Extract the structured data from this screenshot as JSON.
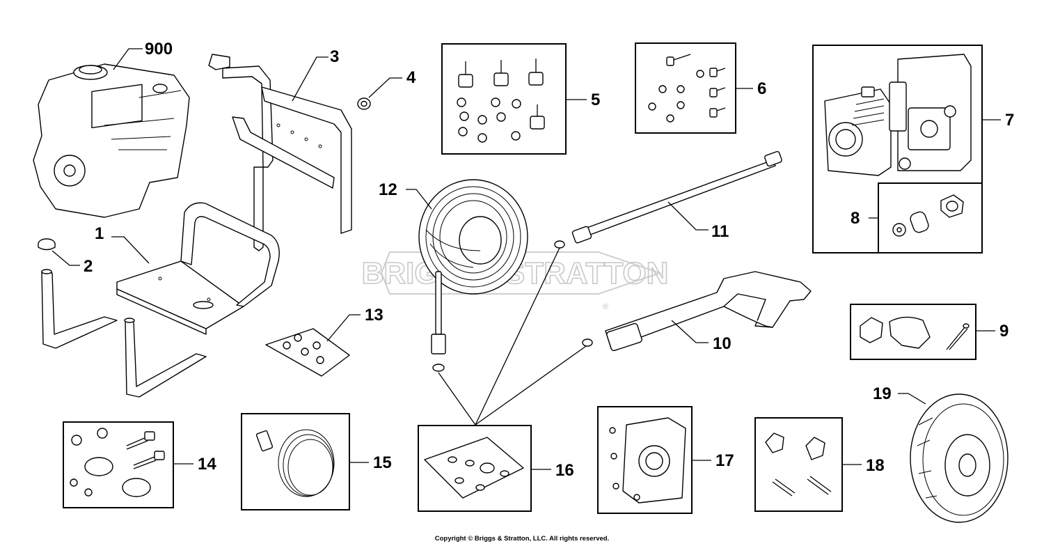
{
  "watermark": {
    "brand": "BRIGGS&STRATTON",
    "registered": "®"
  },
  "callouts": {
    "p900": "900",
    "p1": "1",
    "p2": "2",
    "p3": "3",
    "p4": "4",
    "p5": "5",
    "p6": "6",
    "p7": "7",
    "p8": "8",
    "p9": "9",
    "p10": "10",
    "p11": "11",
    "p12": "12",
    "p13": "13",
    "p14": "14",
    "p15": "15",
    "p16": "16",
    "p17": "17",
    "p18": "18",
    "p19": "19"
  },
  "footer": {
    "copyright": "Copyright © Briggs & Stratton, LLC. All rights reserved."
  }
}
